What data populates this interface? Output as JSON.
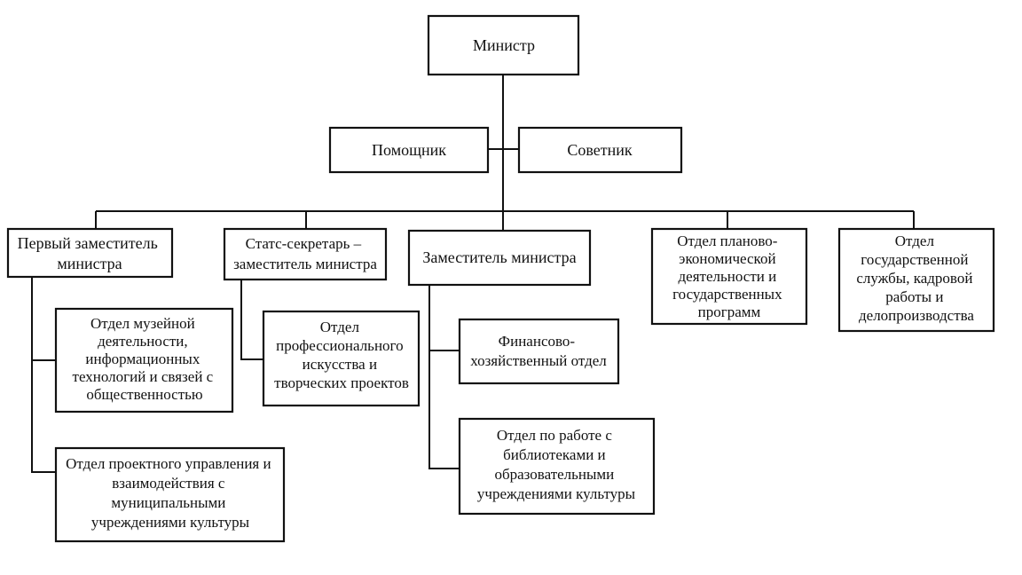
{
  "nodes": {
    "minister": [
      "Министр"
    ],
    "assistant": [
      "Помощник"
    ],
    "advisor": [
      "Советник"
    ],
    "first_deputy": [
      "Первый заместитель",
      "министра"
    ],
    "state_secretary": [
      "Статс-секретарь –",
      "заместитель министра"
    ],
    "deputy": [
      "Заместитель министра"
    ],
    "planning_dept": [
      "Отдел планово-",
      "экономической",
      "деятельности и",
      "государственных",
      "программ"
    ],
    "civil_service_dept": [
      "Отдел",
      "государственной",
      "службы, кадровой",
      "работы и",
      "делопроизводства"
    ],
    "museum_dept": [
      "Отдел музейной",
      "деятельности,",
      "информационных",
      "технологий и связей с",
      "общественностью"
    ],
    "project_dept": [
      "Отдел проектного управления и",
      "взаимодействия с",
      "муниципальными",
      "учреждениями культуры"
    ],
    "professional_art_dept": [
      "Отдел",
      "профессионального",
      "искусства и",
      "творческих проектов"
    ],
    "finance_dept": [
      "Финансово-",
      "хозяйственный отдел"
    ],
    "libraries_dept": [
      "Отдел по работе с",
      "библиотеками и",
      "образовательными",
      "учреждениями культуры"
    ]
  },
  "colors": {
    "line": "#111111",
    "box_border": "#111111",
    "background": "#ffffff"
  }
}
